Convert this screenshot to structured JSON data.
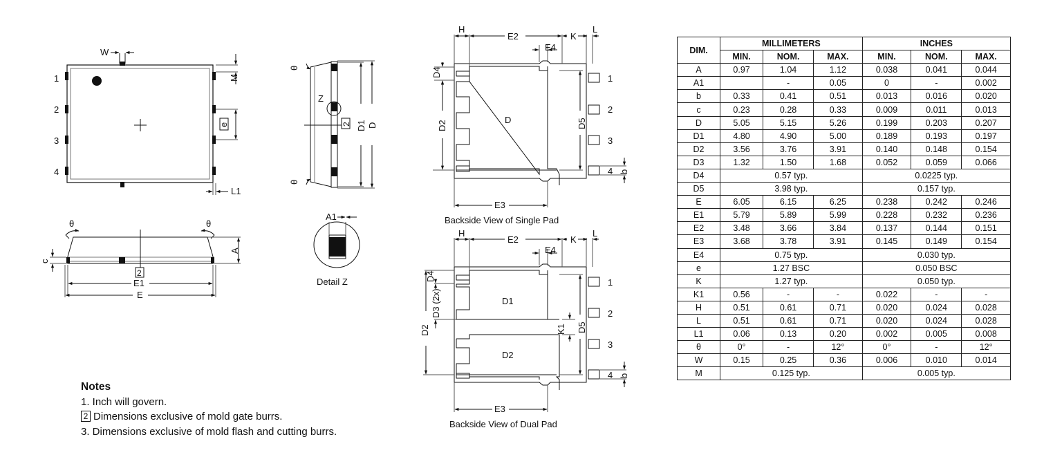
{
  "drawing": {
    "top_view": {
      "pins": [
        "1",
        "2",
        "3",
        "4"
      ],
      "labels": {
        "W": "W",
        "M": "M",
        "e": "e",
        "L1": "L1"
      }
    },
    "side_view": {
      "labels": {
        "theta": "θ",
        "Z": "Z",
        "ref2": "2",
        "D1": "D1",
        "D": "D"
      }
    },
    "front_view": {
      "labels": {
        "theta": "θ",
        "c": "c",
        "A": "A",
        "ref2": "2",
        "E1": "E1",
        "E": "E"
      }
    },
    "detail": {
      "label_A1": "A1",
      "caption": "Detail Z"
    },
    "single_pad": {
      "caption": "Backside View of Single Pad",
      "labels": {
        "H": "H",
        "E2": "E2",
        "K": "K",
        "L": "L",
        "E4": "E4",
        "D4": "D4",
        "D2": "D2",
        "D": "D",
        "D5": "D5",
        "b": "b",
        "E3": "E3"
      },
      "pins": [
        "1",
        "2",
        "3",
        "4"
      ]
    },
    "dual_pad": {
      "caption": "Backside View of Dual Pad",
      "labels": {
        "H": "H",
        "E2": "E2",
        "K": "K",
        "L": "L",
        "E4": "E4",
        "D4": "D4",
        "D3": "D3 (2x)",
        "D2": "D2",
        "D1": "D1",
        "D2_pad": "D2",
        "K1": "K1",
        "D5": "D5",
        "b": "b",
        "E3": "E3"
      },
      "pins": [
        "1",
        "2",
        "3",
        "4"
      ]
    }
  },
  "notes": {
    "title": "Notes",
    "n1": "1. Inch will govern.",
    "n2_num": "2",
    "n2": "Dimensions exclusive of mold gate burrs.",
    "n3": "3. Dimensions exclusive of mold flash and cutting burrs."
  },
  "table": {
    "dim_header": "DIM.",
    "mm_header": "MILLIMETERS",
    "in_header": "INCHES",
    "sub": [
      "MIN.",
      "NOM.",
      "MAX.",
      "MIN.",
      "NOM.",
      "MAX."
    ],
    "rows": [
      {
        "dim": "A",
        "v": [
          "0.97",
          "1.04",
          "1.12",
          "0.038",
          "0.041",
          "0.044"
        ]
      },
      {
        "dim": "A1",
        "v": [
          "",
          "-",
          "0.05",
          "0",
          "-",
          "0.002"
        ]
      },
      {
        "dim": "b",
        "v": [
          "0.33",
          "0.41",
          "0.51",
          "0.013",
          "0.016",
          "0.020"
        ]
      },
      {
        "dim": "c",
        "v": [
          "0.23",
          "0.28",
          "0.33",
          "0.009",
          "0.011",
          "0.013"
        ]
      },
      {
        "dim": "D",
        "v": [
          "5.05",
          "5.15",
          "5.26",
          "0.199",
          "0.203",
          "0.207"
        ]
      },
      {
        "dim": "D1",
        "v": [
          "4.80",
          "4.90",
          "5.00",
          "0.189",
          "0.193",
          "0.197"
        ]
      },
      {
        "dim": "D2",
        "v": [
          "3.56",
          "3.76",
          "3.91",
          "0.140",
          "0.148",
          "0.154"
        ]
      },
      {
        "dim": "D3",
        "v": [
          "1.32",
          "1.50",
          "1.68",
          "0.052",
          "0.059",
          "0.066"
        ]
      },
      {
        "dim": "D4",
        "mm": "0.57 typ.",
        "in": "0.0225 typ."
      },
      {
        "dim": "D5",
        "mm": "3.98 typ.",
        "in": "0.157 typ."
      },
      {
        "dim": "E",
        "v": [
          "6.05",
          "6.15",
          "6.25",
          "0.238",
          "0.242",
          "0.246"
        ]
      },
      {
        "dim": "E1",
        "v": [
          "5.79",
          "5.89",
          "5.99",
          "0.228",
          "0.232",
          "0.236"
        ]
      },
      {
        "dim": "E2",
        "v": [
          "3.48",
          "3.66",
          "3.84",
          "0.137",
          "0.144",
          "0.151"
        ]
      },
      {
        "dim": "E3",
        "v": [
          "3.68",
          "3.78",
          "3.91",
          "0.145",
          "0.149",
          "0.154"
        ]
      },
      {
        "dim": "E4",
        "mm": "0.75 typ.",
        "in": "0.030 typ."
      },
      {
        "dim": "e",
        "mm": "1.27 BSC",
        "in": "0.050 BSC"
      },
      {
        "dim": "K",
        "mm": "1.27 typ.",
        "in": "0.050 typ."
      },
      {
        "dim": "K1",
        "v": [
          "0.56",
          "-",
          "-",
          "0.022",
          "-",
          "-"
        ]
      },
      {
        "dim": "H",
        "v": [
          "0.51",
          "0.61",
          "0.71",
          "0.020",
          "0.024",
          "0.028"
        ]
      },
      {
        "dim": "L",
        "v": [
          "0.51",
          "0.61",
          "0.71",
          "0.020",
          "0.024",
          "0.028"
        ]
      },
      {
        "dim": "L1",
        "v": [
          "0.06",
          "0.13",
          "0.20",
          "0.002",
          "0.005",
          "0.008"
        ]
      },
      {
        "dim": "θ",
        "v": [
          "0°",
          "-",
          "12°",
          "0°",
          "-",
          "12°"
        ]
      },
      {
        "dim": "W",
        "v": [
          "0.15",
          "0.25",
          "0.36",
          "0.006",
          "0.010",
          "0.014"
        ]
      },
      {
        "dim": "M",
        "mm": "0.125 typ.",
        "in": "0.005 typ."
      }
    ]
  }
}
